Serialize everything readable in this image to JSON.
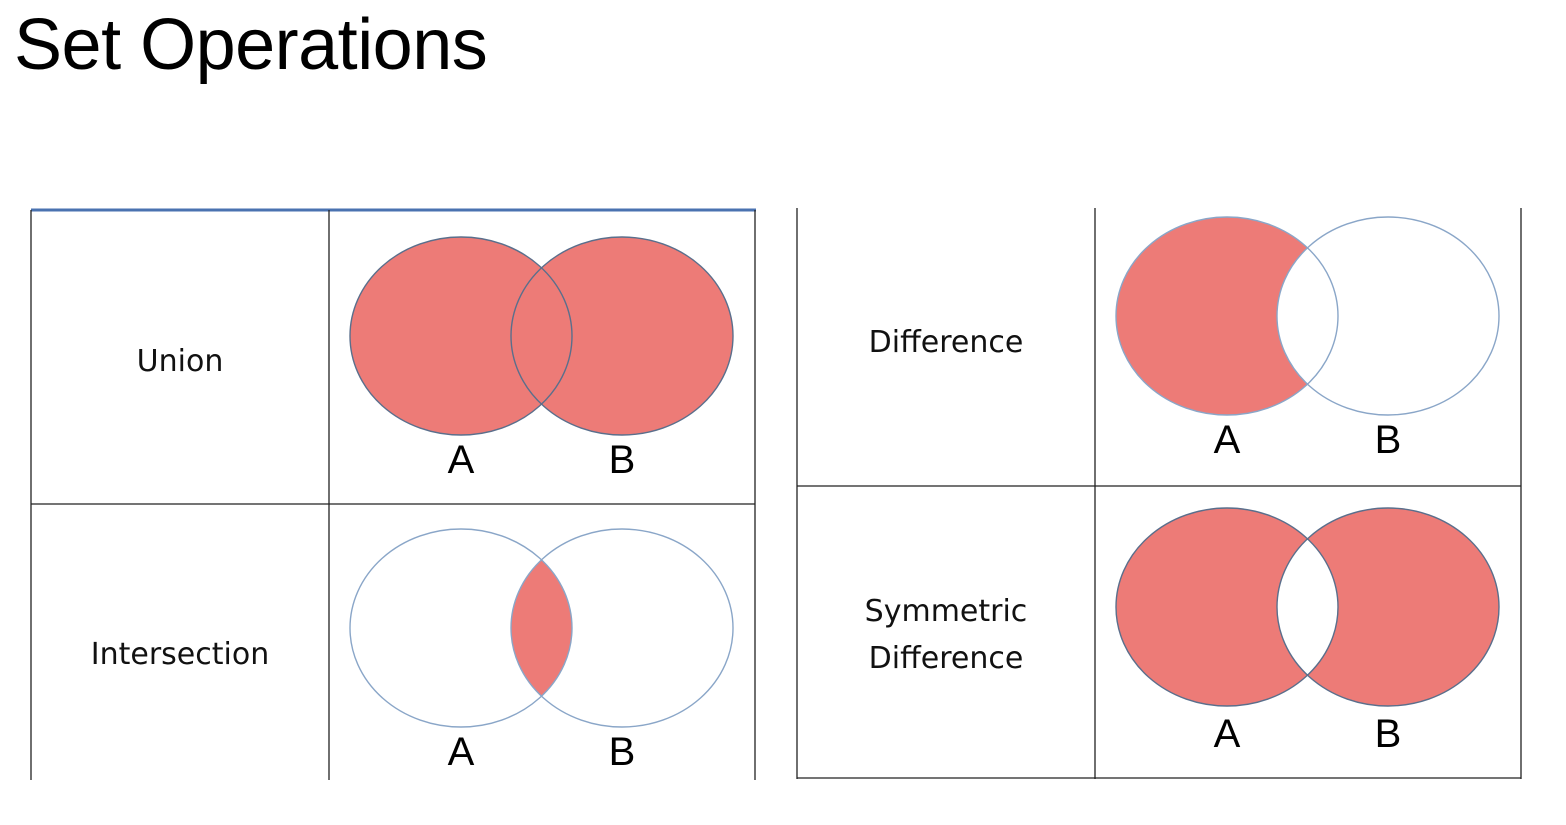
{
  "title": "Set Operations",
  "left_table": {
    "rows": [
      {
        "label": "Union",
        "set_a": "A",
        "set_b": "B"
      },
      {
        "label": "Intersection",
        "set_a": "A",
        "set_b": "B"
      }
    ]
  },
  "right_table": {
    "rows": [
      {
        "label": "Difference",
        "set_a": "A",
        "set_b": "B"
      },
      {
        "label_line1": "Symmetric",
        "label_line2": "Difference",
        "set_a": "A",
        "set_b": "B"
      }
    ]
  },
  "colors": {
    "shade": "#ed7b77",
    "circle_outline": "#8aa6c8",
    "top_rule": "#4a72b0"
  }
}
